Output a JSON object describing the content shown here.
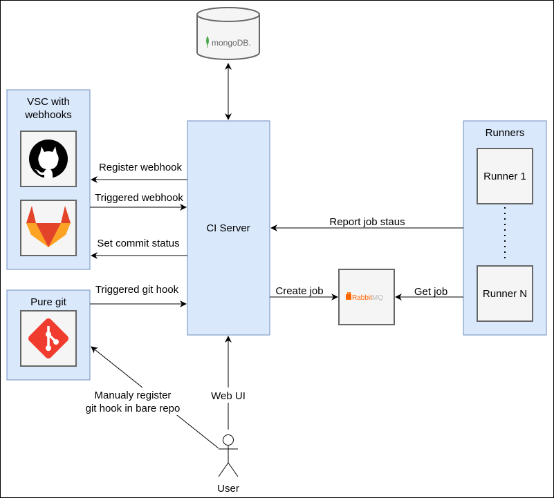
{
  "diagram": {
    "vsc_group": {
      "title_line1": "VSC with",
      "title_line2": "webhooks"
    },
    "github_icon": "github-icon",
    "gitlab_icon": "gitlab-icon",
    "pure_git_group": {
      "title": "Pure git"
    },
    "git_icon": "git-icon",
    "ci_server": {
      "label": "CI Server"
    },
    "mongodb": {
      "label": "mongoDB."
    },
    "rabbitmq": {
      "label_rabbit": "Rabbit",
      "label_mq": "MQ"
    },
    "runners_group": {
      "title": "Runners",
      "runner_1": "Runner 1",
      "runner_n": "Runner N"
    },
    "edges": {
      "register_webhook": "Register webhook",
      "triggered_webhook": "Triggered webhook",
      "set_commit_status": "Set commit status",
      "triggered_git_hook": "Triggered git hook",
      "create_job": "Create job",
      "get_job": "Get job",
      "report_job_status": "Report job staus",
      "web_ui": "Web UI",
      "manual_register_line1": "Manualy register",
      "manual_register_line2": "git hook in bare repo"
    },
    "user": {
      "label": "User"
    },
    "colors": {
      "group_fill": "#dae8fc",
      "group_stroke": "#6c8ebf",
      "box_fill": "#f5f5f5",
      "box_stroke": "#666666",
      "gitlab_orange": "#fc6d26",
      "git_red": "#f03c2e",
      "rabbit_orange": "#f60",
      "mongo_green": "#4fa94d"
    }
  }
}
